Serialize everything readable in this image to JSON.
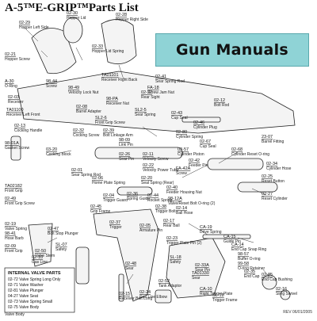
{
  "header": {
    "title": "A-5™E-GRIP™Parts List"
  },
  "banner": {
    "text": "Gun Manuals",
    "color": "#8fd3d6"
  },
  "footer": {
    "revision": "REV 06/01/2005"
  },
  "callouts": [
    {
      "id": "02-29",
      "name": "Hopper Left Side"
    },
    {
      "id": "02-30",
      "name": "Hopper Lid"
    },
    {
      "id": "02-28",
      "name": "Hopper Right Side"
    },
    {
      "id": "02-21",
      "name": "Hopper Screw"
    },
    {
      "id": "02-22",
      "name": "Rear Sight"
    },
    {
      "id": "TA01101",
      "name": "Receiver Right Back"
    },
    {
      "id": "02-33",
      "name": "Hopper Lid Spring"
    },
    {
      "id": "98-PA",
      "name": "Receiver Nut"
    },
    {
      "id": "A-30",
      "name": "O-Ring"
    },
    {
      "id": "98-44",
      "name": "Screw"
    },
    {
      "id": "02-08",
      "name": "Barrel Adapter"
    },
    {
      "id": "SL2-6",
      "name": "Front Grip Screw"
    },
    {
      "id": "98-49",
      "name": "Velocity Lock Nut"
    },
    {
      "id": "SL2-5",
      "name": "Sear Spring"
    },
    {
      "id": "FA-18",
      "name": "Screw Jam Nut"
    },
    {
      "id": "02-41",
      "name": "Sear Spring Rod"
    },
    {
      "id": "02-32",
      "name": "Cocking Screw"
    },
    {
      "id": "02-03",
      "name": "Receiver"
    },
    {
      "id": "TA01100",
      "name": "Receiver Left Front"
    },
    {
      "id": "02-13",
      "name": "Cocking Handle"
    },
    {
      "id": "98-01A",
      "name": "Gasket Screw"
    },
    {
      "id": "02-39",
      "name": "Bolt Linkage Arm"
    },
    {
      "id": "03-20",
      "name": "Cocking Block"
    },
    {
      "id": "98-09",
      "name": "Link Pin"
    },
    {
      "id": "02-11",
      "name": "Velocity Screw"
    },
    {
      "id": "02-22",
      "name": "Velocity Power Tube"
    },
    {
      "id": "02-20",
      "name": "Seal Spring (Rear)"
    },
    {
      "id": "02-44",
      "name": "Rocket Spring"
    },
    {
      "id": "TA02182",
      "name": "Front Grip"
    },
    {
      "id": "02-45",
      "name": "Grip Frame"
    },
    {
      "id": "02-01",
      "name": "Sear Spring Rod"
    },
    {
      "id": "02-26",
      "name": "Sear Pin"
    },
    {
      "id": "02-37",
      "name": "Trigger"
    },
    {
      "id": "02-12",
      "name": "Bolt Rod"
    },
    {
      "id": "02-43",
      "name": "Cup Seal"
    },
    {
      "id": "02-46",
      "name": "Cylinder Plug"
    },
    {
      "id": "02-80",
      "name": "Cylinder Spring"
    },
    {
      "id": "02-67",
      "name": "Cup Seal"
    },
    {
      "id": "02-68",
      "name": "Cylinder Reset O-ring"
    },
    {
      "id": "02-57",
      "name": "Cylinder Piston"
    },
    {
      "id": "23-07",
      "name": "Barrel Fitting"
    },
    {
      "id": "02-42",
      "name": "Feeder Pin"
    },
    {
      "id": "FA-42A",
      "name": "Screw"
    },
    {
      "id": "02-34",
      "name": "Cylinder Hose"
    },
    {
      "id": "02-25",
      "name": "Reset Button"
    },
    {
      "id": "02-40",
      "name": "Feeder Housing Nut"
    },
    {
      "id": "02-27",
      "name": "Reset Cylinder"
    },
    {
      "id": "02-06",
      "name": "Home Plate Spring"
    },
    {
      "id": "02-36",
      "name": "Spring Guide"
    },
    {
      "id": "02-04",
      "name": "Trigger Guard"
    },
    {
      "id": "02-38",
      "name": "Trigger Bolt"
    },
    {
      "id": "98-12A",
      "name": "Valve/Reset Bolt O-ring (2)"
    },
    {
      "id": "02-17",
      "name": "Rear Ball"
    },
    {
      "id": "CA-19",
      "name": "Drive Spring"
    },
    {
      "id": "CA-15",
      "name": "Guide Pin"
    },
    {
      "id": "CA-14",
      "name": "End Cap Snap Ring"
    },
    {
      "id": "98-57",
      "name": "Buffer O-ring"
    },
    {
      "id": "99-58",
      "name": "O-ring Retainer"
    },
    {
      "id": "02-35",
      "name": "End Cap"
    },
    {
      "id": "02-85",
      "name": "End Cap Bushing"
    },
    {
      "id": "02-16",
      "name": "Sling Swivel"
    },
    {
      "id": "02-49",
      "name": "Front Grip Screw"
    },
    {
      "id": "02-19",
      "name": "Valve Spring"
    },
    {
      "id": "98-41",
      "name": "Hose Barb"
    },
    {
      "id": "02-47",
      "name": "Bolt Stop Plunger"
    },
    {
      "id": "02-50",
      "name": "Valve Stem"
    },
    {
      "id": "02-05",
      "name": "Armature Pin"
    },
    {
      "id": "02-14",
      "name": "Ball Hose"
    },
    {
      "id": "02-48",
      "name": "Sear"
    },
    {
      "id": "02-09",
      "name": "Front Grip"
    },
    {
      "id": "02-10",
      "name": "Gas Line"
    },
    {
      "id": "SL-18",
      "name": "Safety"
    },
    {
      "id": "02-23",
      "name": "Trigger Plate Pin (2)"
    },
    {
      "id": "02-33A",
      "name": "Sear Pin"
    },
    {
      "id": "TA01330",
      "name": "Sear"
    },
    {
      "id": "SL-07",
      "name": "Safety"
    },
    {
      "id": "02-15",
      "name": "Receiver Bolt Long"
    },
    {
      "id": "02-24",
      "name": "Gas Line Elbow"
    },
    {
      "id": "02-52",
      "name": "Tank Adaptor"
    },
    {
      "id": "CA-10",
      "name": "Right Trigger Plate"
    },
    {
      "id": "SL-18",
      "name": "Trigger Frame"
    },
    {
      "id": "02-31",
      "name": "Valve Body"
    }
  ],
  "valve_parts_box": {
    "heading": "INTERNAL VALVE PARTS",
    "items": [
      "02-72 Valve Spring Long Only",
      "02-71 Valve Washer",
      "02-81 Valve Plunger",
      "04-27 Valve Seat",
      "02-73 Valve Spring Small",
      "02-75 Valve Body"
    ]
  }
}
